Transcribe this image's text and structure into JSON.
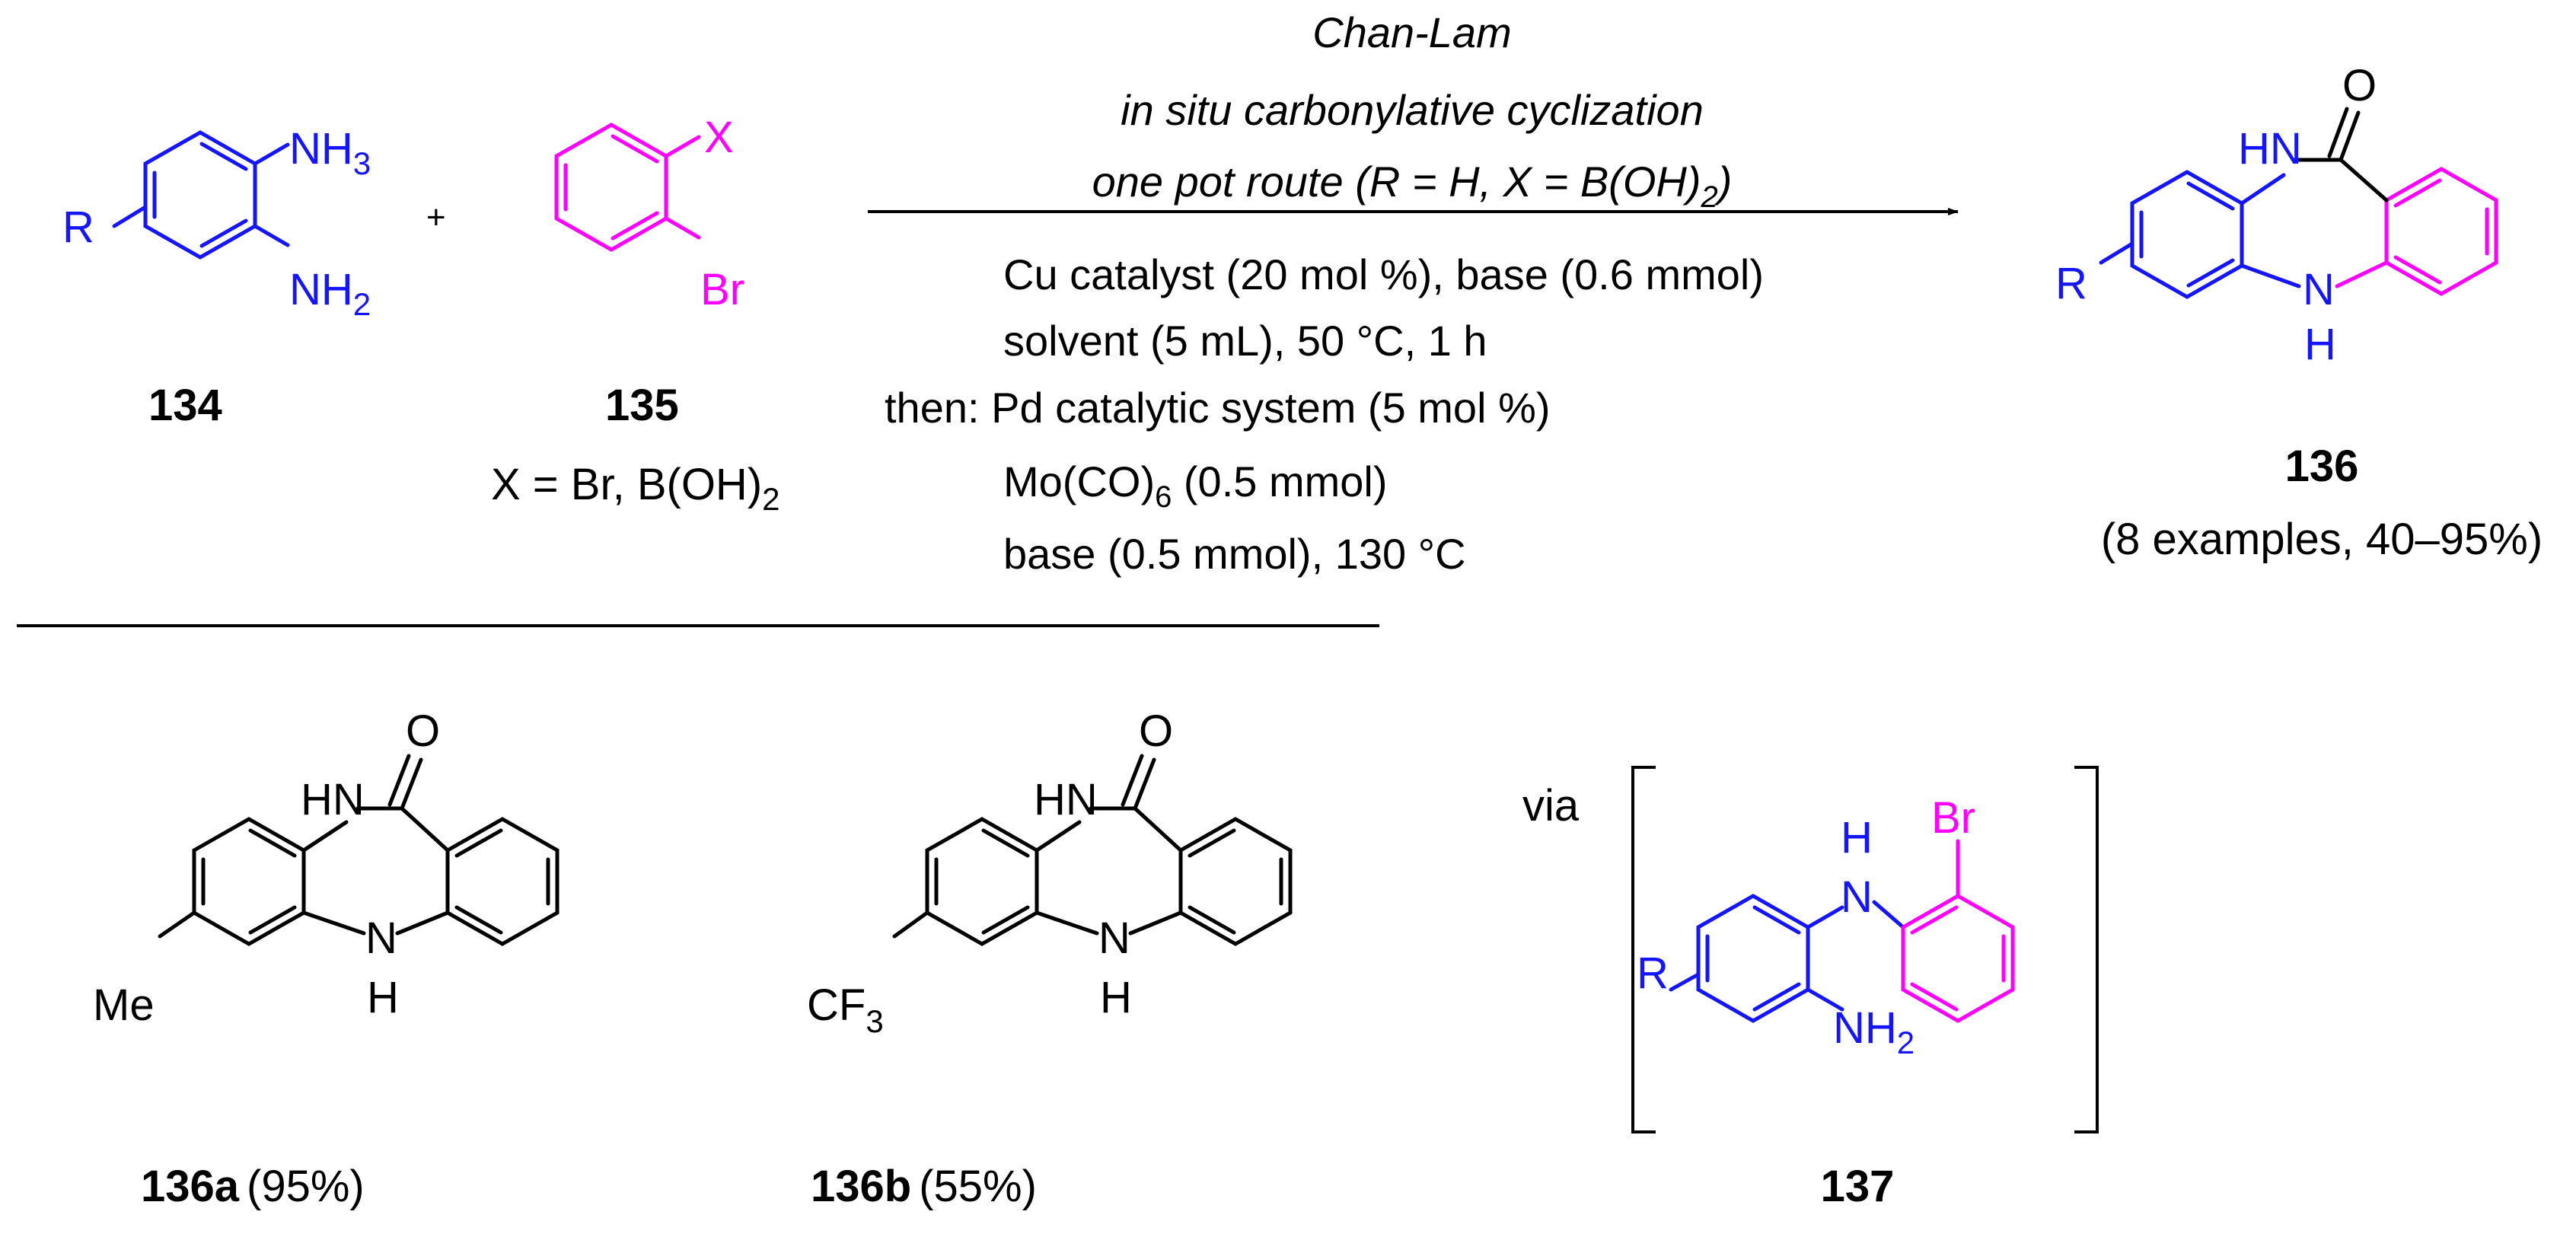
{
  "colors": {
    "blue": "#1414ff",
    "magenta": "#ff00ff",
    "black": "#000000"
  },
  "reactants": {
    "r134": {
      "label": "134",
      "R": "R",
      "nh3": "NH",
      "nh3_sub": "3",
      "nh2": "NH",
      "nh2_sub": "2"
    },
    "plus": "+",
    "r135": {
      "label": "135",
      "X": "X",
      "Br": "Br",
      "note_main": "X = Br, B(OH)",
      "note_sub": "2"
    }
  },
  "conditions": {
    "above": [
      "Chan-Lam",
      "in situ carbonylative cyclization",
      "one pot route (R = H, X = B(OH)"
    ],
    "above_sub": "2",
    "above_tail": ")",
    "below": [
      "Cu catalyst (20 mol %), base (0.6 mmol)",
      "solvent (5 mL), 50 °C, 1 h",
      "then: Pd catalytic system (5 mol %)",
      "Mo(CO)",
      "base (0.5 mmol), 130 °C"
    ],
    "mo_sub": "6",
    "mo_tail": " (0.5 mmol)"
  },
  "product": {
    "label": "136",
    "yield_note": "(8 examples, 40–95%)",
    "O": "O",
    "HN": "HN",
    "NH_N": "N",
    "NH_H": "H",
    "R": "R"
  },
  "examples": [
    {
      "label": "136a",
      "yield": "(95%)",
      "substituent": "Me",
      "sub_index": ""
    },
    {
      "label": "136b",
      "yield": "(55%)",
      "substituent": "CF",
      "sub_index": "3"
    }
  ],
  "common_atoms": {
    "O": "O",
    "HN": "HN",
    "N": "N",
    "H": "H"
  },
  "intermediate": {
    "via": "via",
    "label": "137",
    "Br": "Br",
    "H": "H",
    "N": "N",
    "R": "R",
    "nh2": "NH",
    "nh2_sub": "2"
  }
}
